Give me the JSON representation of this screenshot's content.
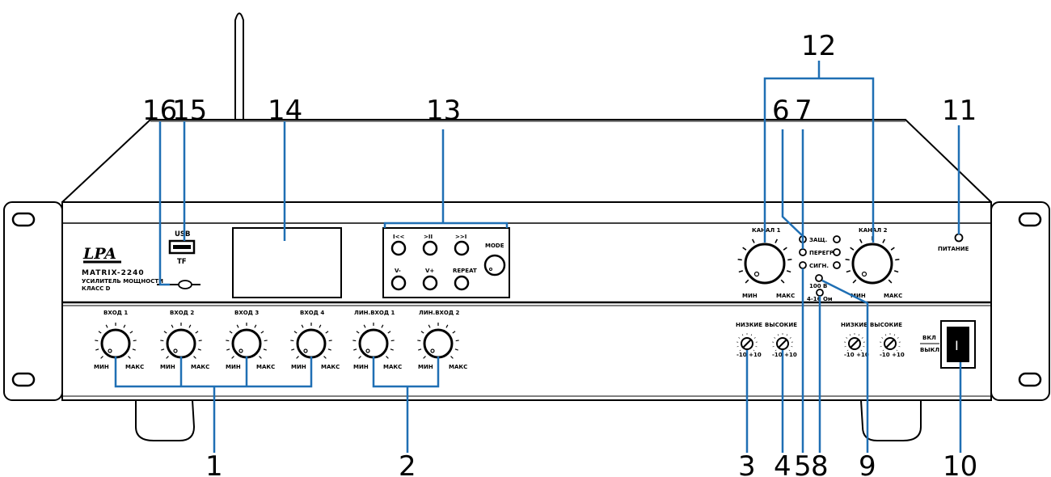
{
  "callouts": [
    "1",
    "2",
    "3",
    "4",
    "5",
    "6",
    "7",
    "8",
    "9",
    "10",
    "11",
    "12",
    "13",
    "14",
    "15",
    "16"
  ],
  "brand": {
    "logo": "LPA",
    "model": "MATRIX-2240",
    "line1": "УСИЛИТЕЛЬ МОЩНОСТИ",
    "line2": "КЛАСС D"
  },
  "ports": {
    "usb": "USB",
    "tf": "TF"
  },
  "media_buttons": {
    "prev": "I<<",
    "play": ">II",
    "next": ">>I",
    "vol_down": "V-",
    "vol_up": "V+",
    "repeat": "REPEAT",
    "mode": "MODE"
  },
  "inputs": {
    "in1": "ВХОД 1",
    "in2": "ВХОД 2",
    "in3": "ВХОД 3",
    "in4": "ВХОД 4",
    "aux1": "ЛИН.ВХОД 1",
    "aux2": "ЛИН.ВХОД 2",
    "min": "МИН",
    "max": "МАКС"
  },
  "tone": {
    "low": "НИЗКИЕ",
    "high": "ВЫСОКИЕ",
    "range": "-10 +10"
  },
  "channels": {
    "ch1": "КАНАЛ 1",
    "ch2": "КАНАЛ 2",
    "min": "МИН",
    "max": "МАКС"
  },
  "indicators": {
    "prot": "ЗАЩ.",
    "overload": "ПЕРЕГР.",
    "signal": "СИГН.",
    "v100": "100 В",
    "ohm": "4-16 Ом"
  },
  "power": {
    "label": "ПИТАНИЕ",
    "on": "ВКЛ",
    "off": "ВЫКЛ",
    "switch_mark": "I"
  },
  "colors": {
    "leader": "#1f6fb4",
    "line": "#000000"
  }
}
